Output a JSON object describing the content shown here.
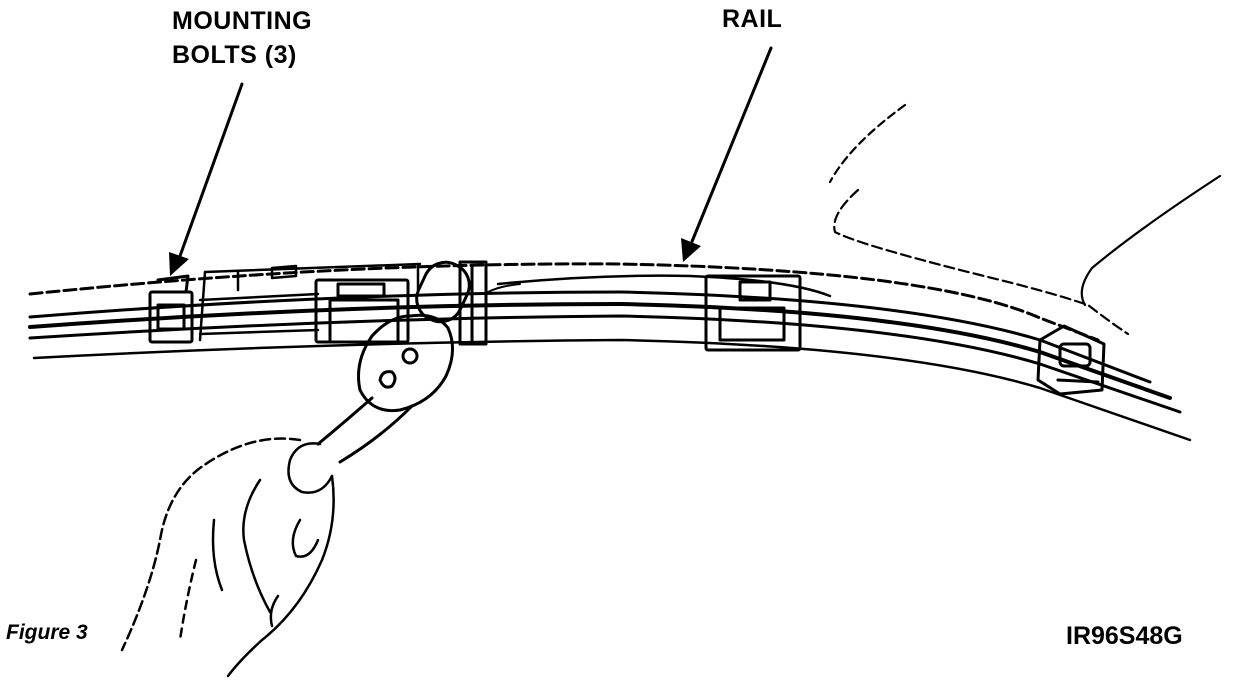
{
  "callouts": {
    "mounting_bolts": {
      "line1": "MOUNTING",
      "line2": "BOLTS (3)"
    },
    "rail": "RAIL"
  },
  "caption": {
    "figure": "Figure 3",
    "id": "IR96S48G"
  },
  "colors": {
    "ink": "#000000",
    "paper": "#ffffff"
  }
}
